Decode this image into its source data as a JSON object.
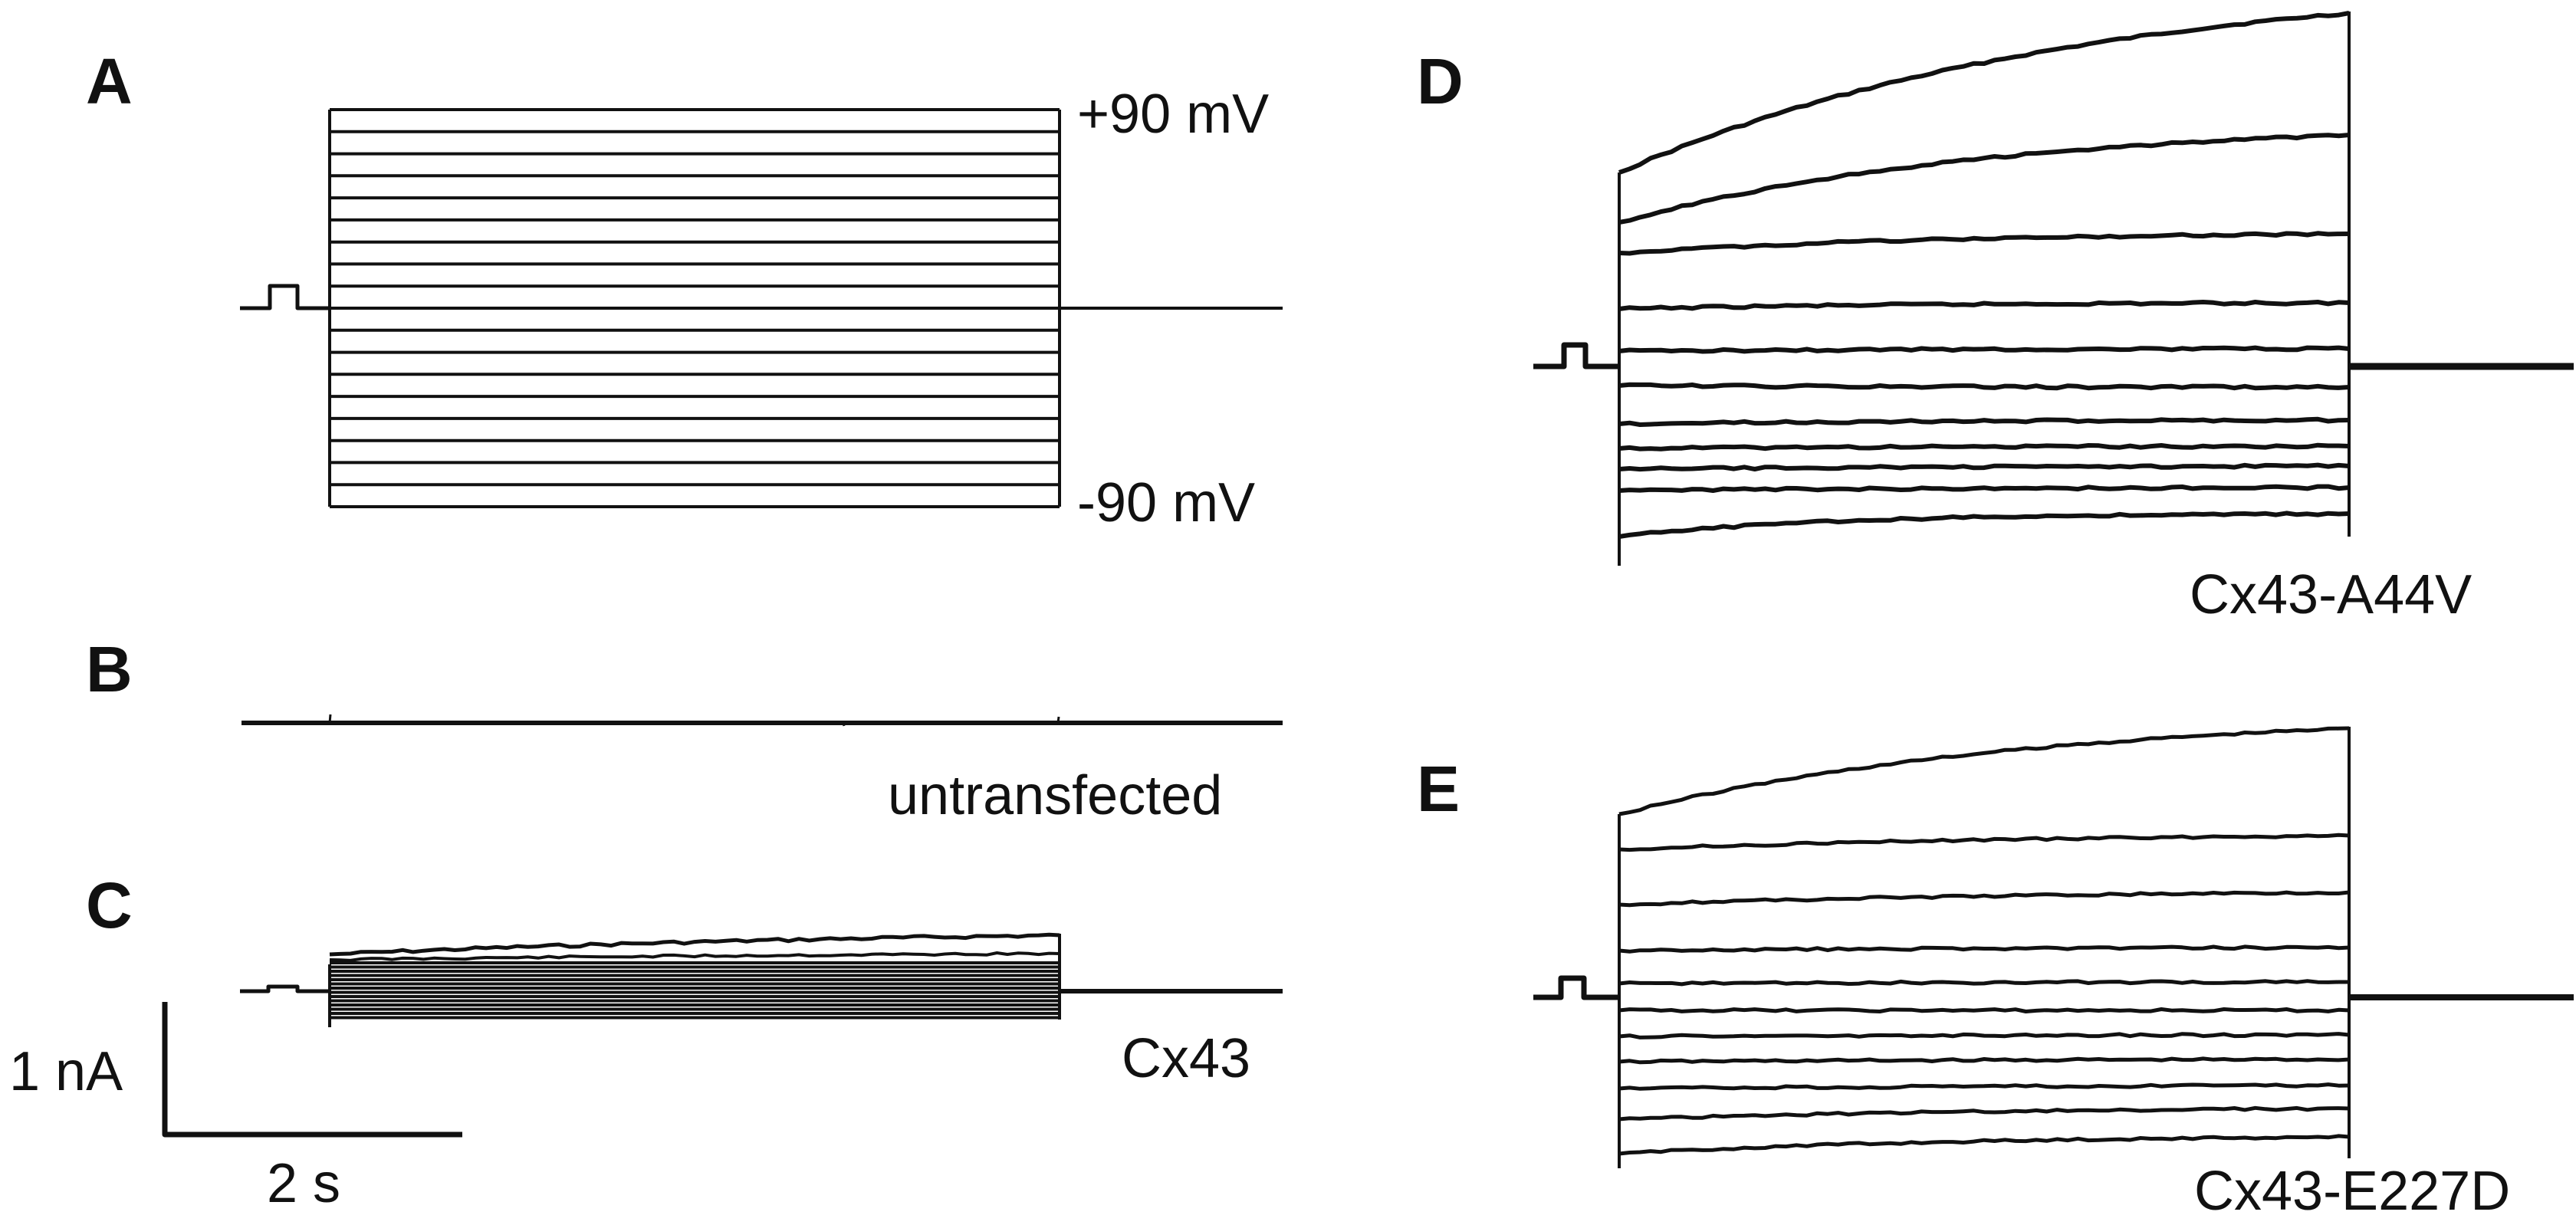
{
  "panels": {
    "a": {
      "letter": "A",
      "top_label": "+90 mV",
      "bottom_label": "-90 mV",
      "protocol": {
        "holding_mv": 0,
        "max_mv": 90,
        "min_mv": -90,
        "step_mv": 10
      }
    },
    "b": {
      "letter": "B",
      "label": "untransfected"
    },
    "c": {
      "letter": "C",
      "label": "Cx43"
    },
    "d": {
      "letter": "D",
      "label": "Cx43-A44V"
    },
    "e": {
      "letter": "E",
      "label": "Cx43-E227D"
    }
  },
  "scale_bar": {
    "current_label": "1 nA",
    "time_label": "2 s"
  }
}
